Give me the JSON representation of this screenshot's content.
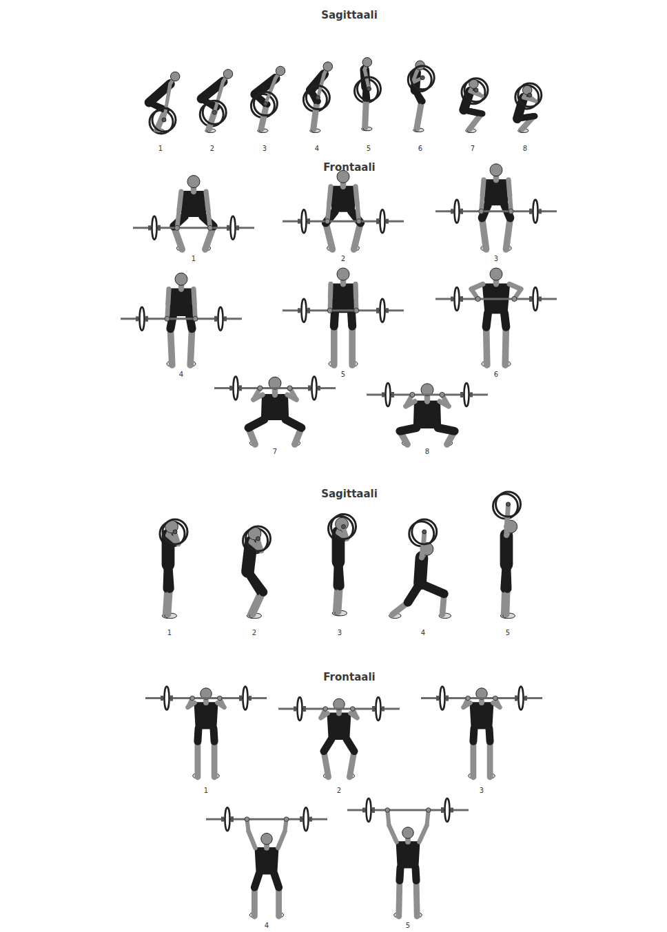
{
  "diagram": {
    "labels": [
      "Sagittaali",
      "1",
      "2",
      "3",
      "4",
      "5",
      "6",
      "7",
      "8",
      "Frontaali",
      "1",
      "2",
      "3",
      "4",
      "5",
      "6",
      "7",
      "8",
      "Sagittaali",
      "1",
      "2",
      "3",
      "4",
      "5",
      "Frontaali",
      "1",
      "2",
      "3",
      "4",
      "5"
    ]
  }
}
